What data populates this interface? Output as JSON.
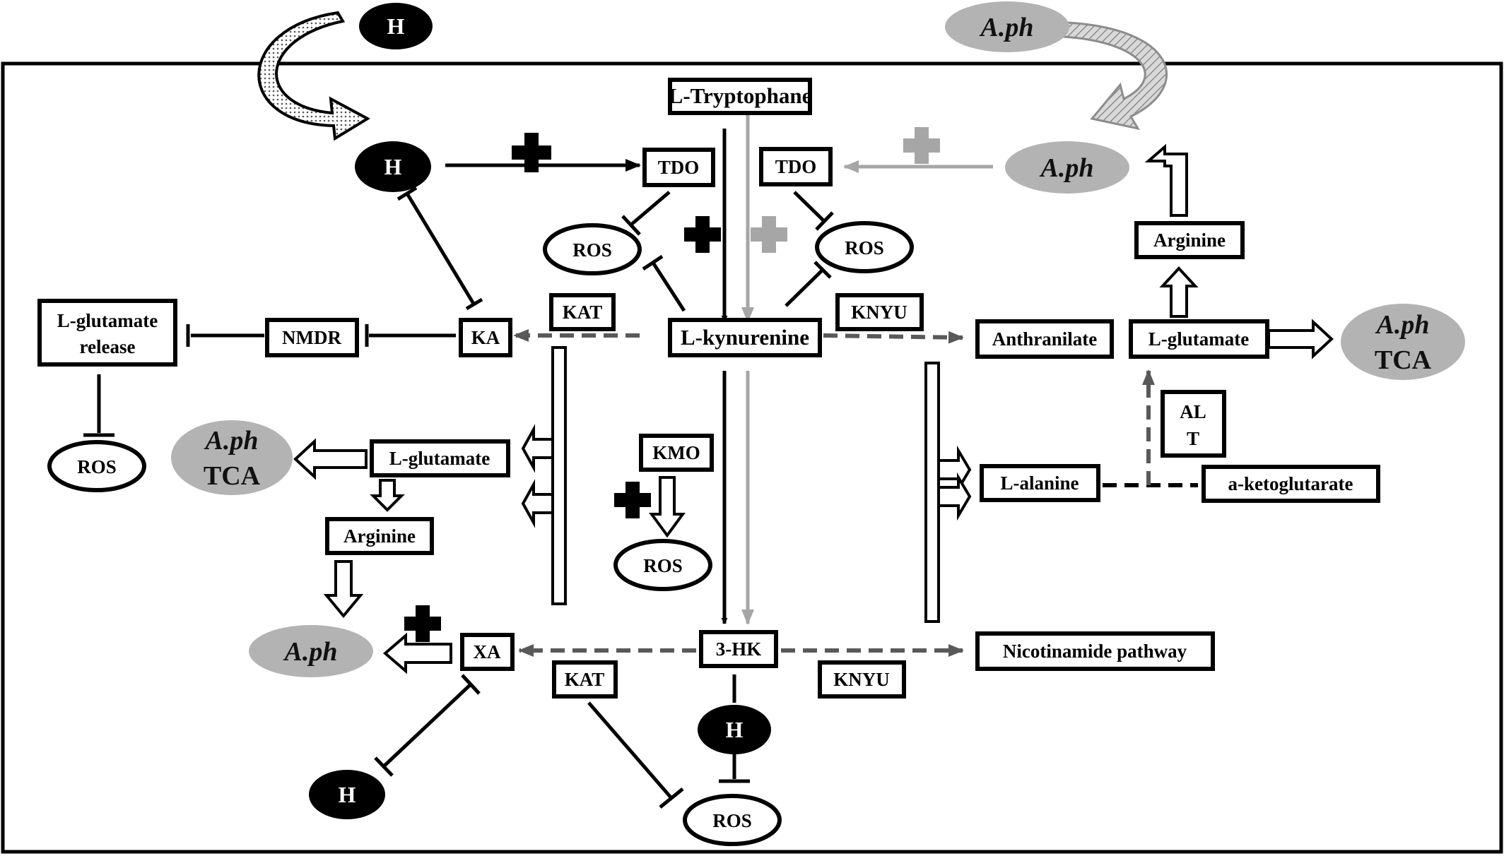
{
  "nodes": {
    "l_tryptophane": "L-Tryptophane",
    "tdo_left": "TDO",
    "tdo_right": "TDO",
    "h_outside": "H",
    "h_top": "H",
    "h_3hk": "H",
    "h_bottom": "H",
    "aph_outside": "A.ph",
    "aph_top_right": "A.ph",
    "ros_tdo_left": "ROS",
    "ros_tdo_right": "ROS",
    "ros_glutamate_release": "ROS",
    "ros_kmo": "ROS",
    "ros_bottom": "ROS",
    "kat_top": "KAT",
    "knyu_top": "KNYU",
    "ka": "KA",
    "nmdr": "NMDR",
    "glutamate_release_line1": "L-glutamate",
    "glutamate_release_line2": "release",
    "l_kynurenine": "L-kynurenine",
    "anthranilate": "Anthranilate",
    "l_glutamate_right": "L-glutamate",
    "arginine_right": "Arginine",
    "aph_tca_right_1": "A.ph",
    "aph_tca_right_2": "TCA",
    "alt_line1": "AL",
    "alt_line2": "T",
    "l_alanine": "L-alanine",
    "a_ketoglutarate": "a-ketoglutarate",
    "aph_tca_left_1": "A.ph",
    "aph_tca_left_2": "TCA",
    "l_glutamate_left": "L-glutamate",
    "arginine_left": "Arginine",
    "kmo": "KMO",
    "aph_bottom_left": "A.ph",
    "xa": "XA",
    "three_hk": "3-HK",
    "nicotinamide": "Nicotinamide pathway",
    "kat_bottom": "KAT",
    "knyu_bottom": "KNYU"
  },
  "colors": {
    "black": "#000000",
    "gray_fill": "#b3b3b3",
    "gray_line": "#a6a6a6",
    "dashed": "#595959"
  },
  "icons": {
    "activation": "plus-icon",
    "inhibition": "t-bar-icon"
  }
}
